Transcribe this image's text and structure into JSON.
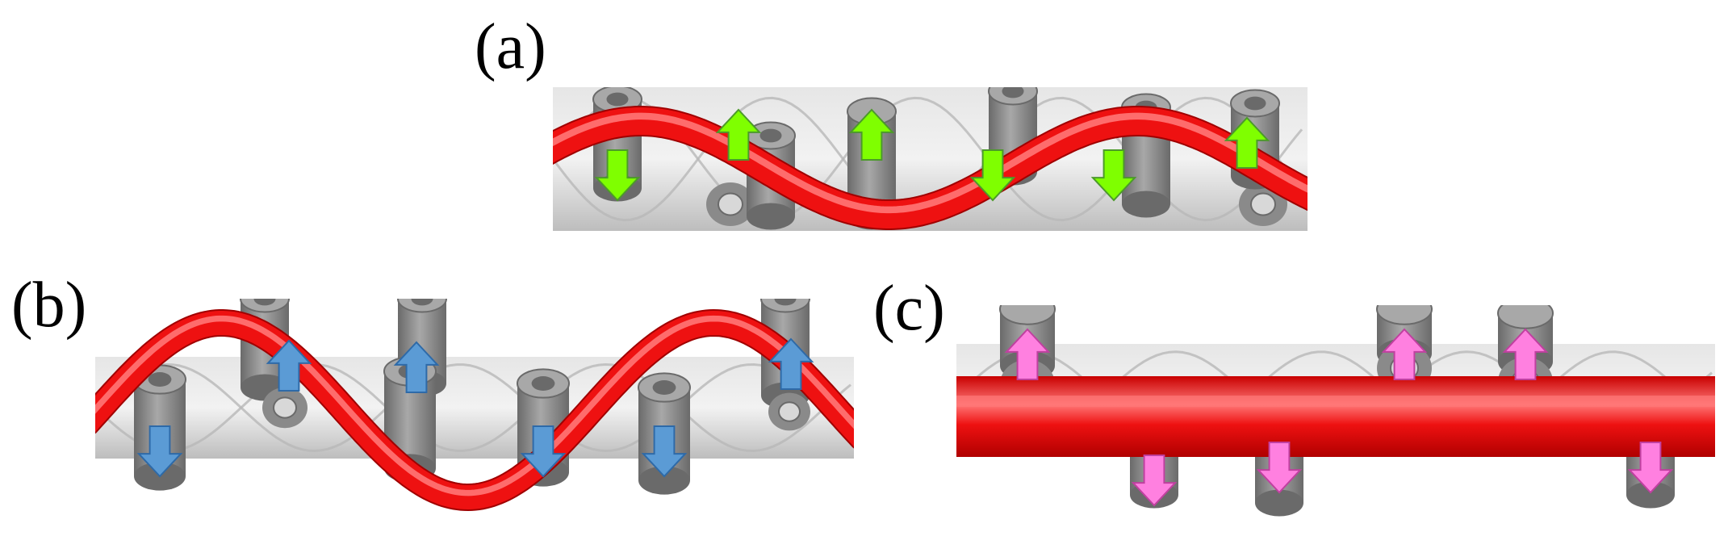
{
  "panels": {
    "a": {
      "label": "(a)",
      "arrow_color": "#7FFF00",
      "arrow_edge": "#4c9a2a"
    },
    "b": {
      "label": "(b)",
      "arrow_color": "#5b9bd5",
      "arrow_edge": "#2e6aa8"
    },
    "c": {
      "label": "(c)",
      "arrow_color": "#ff80e0",
      "arrow_edge": "#c040a0"
    }
  },
  "colors": {
    "strand": "#d4d4d4",
    "strand_edge": "#b8b8b8",
    "post": "#8a8a8a",
    "post_dark": "#6a6a6a",
    "post_light": "#a8a8a8",
    "wire": "#ee1111",
    "wire_highlight": "#ff7777"
  }
}
